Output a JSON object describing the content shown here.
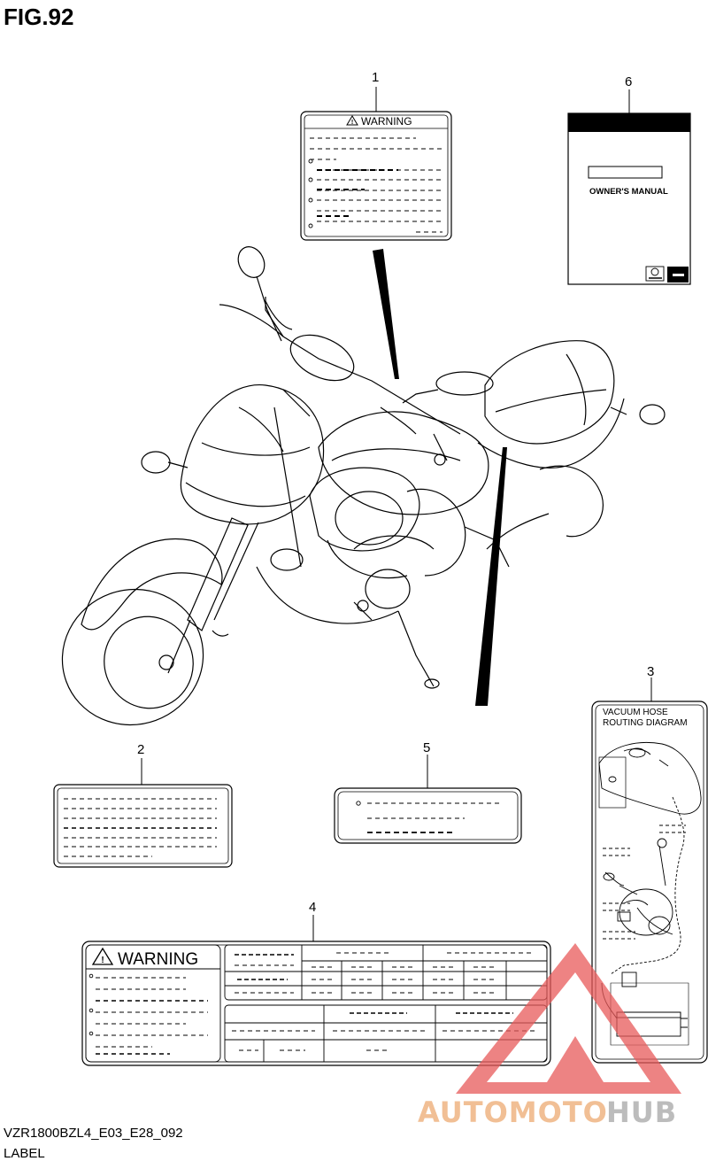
{
  "figure": {
    "title": "FIG.92",
    "code": "VZR1800BZL4_E03_E28_092",
    "caption": "LABEL"
  },
  "callouts": [
    "1",
    "2",
    "3",
    "4",
    "5",
    "6"
  ],
  "labels": {
    "warning_label_1": {
      "heading": "WARNING"
    },
    "owners_manual_6": {
      "title": "OWNER'S MANUAL"
    },
    "vacuum_hose_3": {
      "title_line1": "VACUUM HOSE",
      "title_line2": "ROUTING DIAGRAM"
    },
    "warning_label_4": {
      "heading": "WARNING"
    }
  },
  "watermark": {
    "part1": "AUTOMOTO",
    "part2": "HUB",
    "color1": "#f0b98a",
    "color2": "#b9b9b9",
    "logo_color": "#e85a5a"
  },
  "colors": {
    "line": "#000000",
    "background": "#ffffff"
  }
}
